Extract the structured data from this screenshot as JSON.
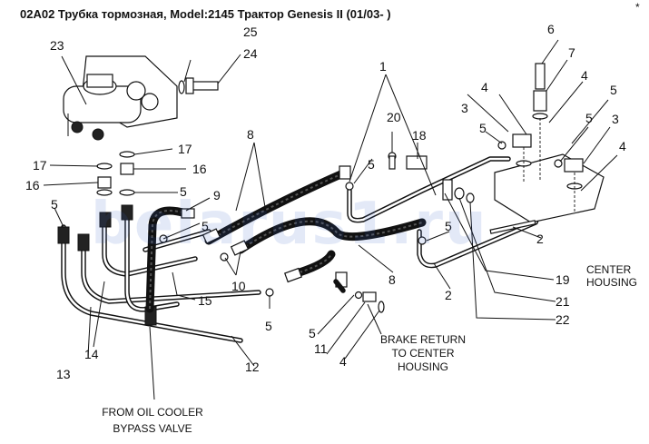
{
  "title": "02A02 Трубка тормозная, Model:2145 Трактор Genesis II (01/03- )",
  "watermark": "belarus1.ru",
  "corner_mark": "*",
  "callouts": {
    "n1": "1",
    "n2a": "2",
    "n2b": "2",
    "n3a": "3",
    "n3b": "3",
    "n4a": "4",
    "n4b": "4",
    "n4c": "4",
    "n4d": "4",
    "n5a": "5",
    "n5b": "5",
    "n5c": "5",
    "n5d": "5",
    "n5e": "5",
    "n5f": "5",
    "n5g": "5",
    "n5h": "5",
    "n5i": "5",
    "n5j": "5",
    "n6": "6",
    "n7": "7",
    "n8a": "8",
    "n8b": "8",
    "n9": "9",
    "n10": "10",
    "n11": "11",
    "n12": "12",
    "n13": "13",
    "n14": "14",
    "n15": "15",
    "n16a": "16",
    "n16b": "16",
    "n17a": "17",
    "n17b": "17",
    "n18": "18",
    "n19": "19",
    "n20": "20",
    "n21": "21",
    "n22": "22",
    "n23": "23",
    "n24": "24",
    "n25": "25"
  },
  "notes": {
    "center_housing_line1": "CENTER",
    "center_housing_line2": "HOUSING",
    "brake_return_line1": "BRAKE RETURN",
    "brake_return_line2": "TO CENTER",
    "brake_return_line3": "HOUSING",
    "oil_cooler_line1": "FROM OIL COOLER",
    "oil_cooler_line2": "BYPASS VALVE"
  }
}
